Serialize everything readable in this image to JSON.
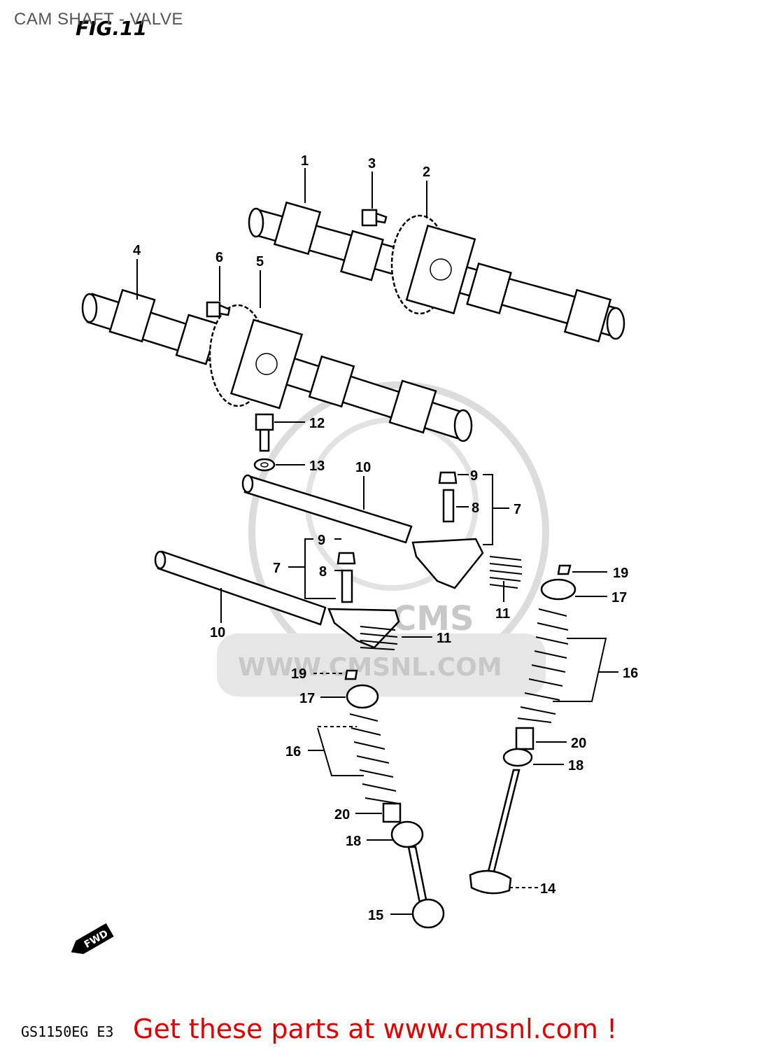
{
  "header": {
    "title": "CAM SHAFT - VALVE",
    "figure_label": "FIG.11"
  },
  "watermark": {
    "logo_text": "CMS",
    "url_text": "WWW.CMSNL.COM"
  },
  "callouts": [
    "1",
    "2",
    "3",
    "4",
    "5",
    "6",
    "12",
    "13",
    "10",
    "9",
    "8",
    "7",
    "9",
    "7",
    "8",
    "10",
    "11",
    "19",
    "17",
    "11",
    "16",
    "19",
    "17",
    "16",
    "20",
    "18",
    "20",
    "18",
    "14",
    "15"
  ],
  "fwd_label": "FWD",
  "footer": {
    "drawing_code": "GS1150EG E3",
    "promo": "Get these parts at www.cmsnl.com !"
  },
  "colors": {
    "promo": "#e00000",
    "watermark": "#c8c8c8"
  }
}
